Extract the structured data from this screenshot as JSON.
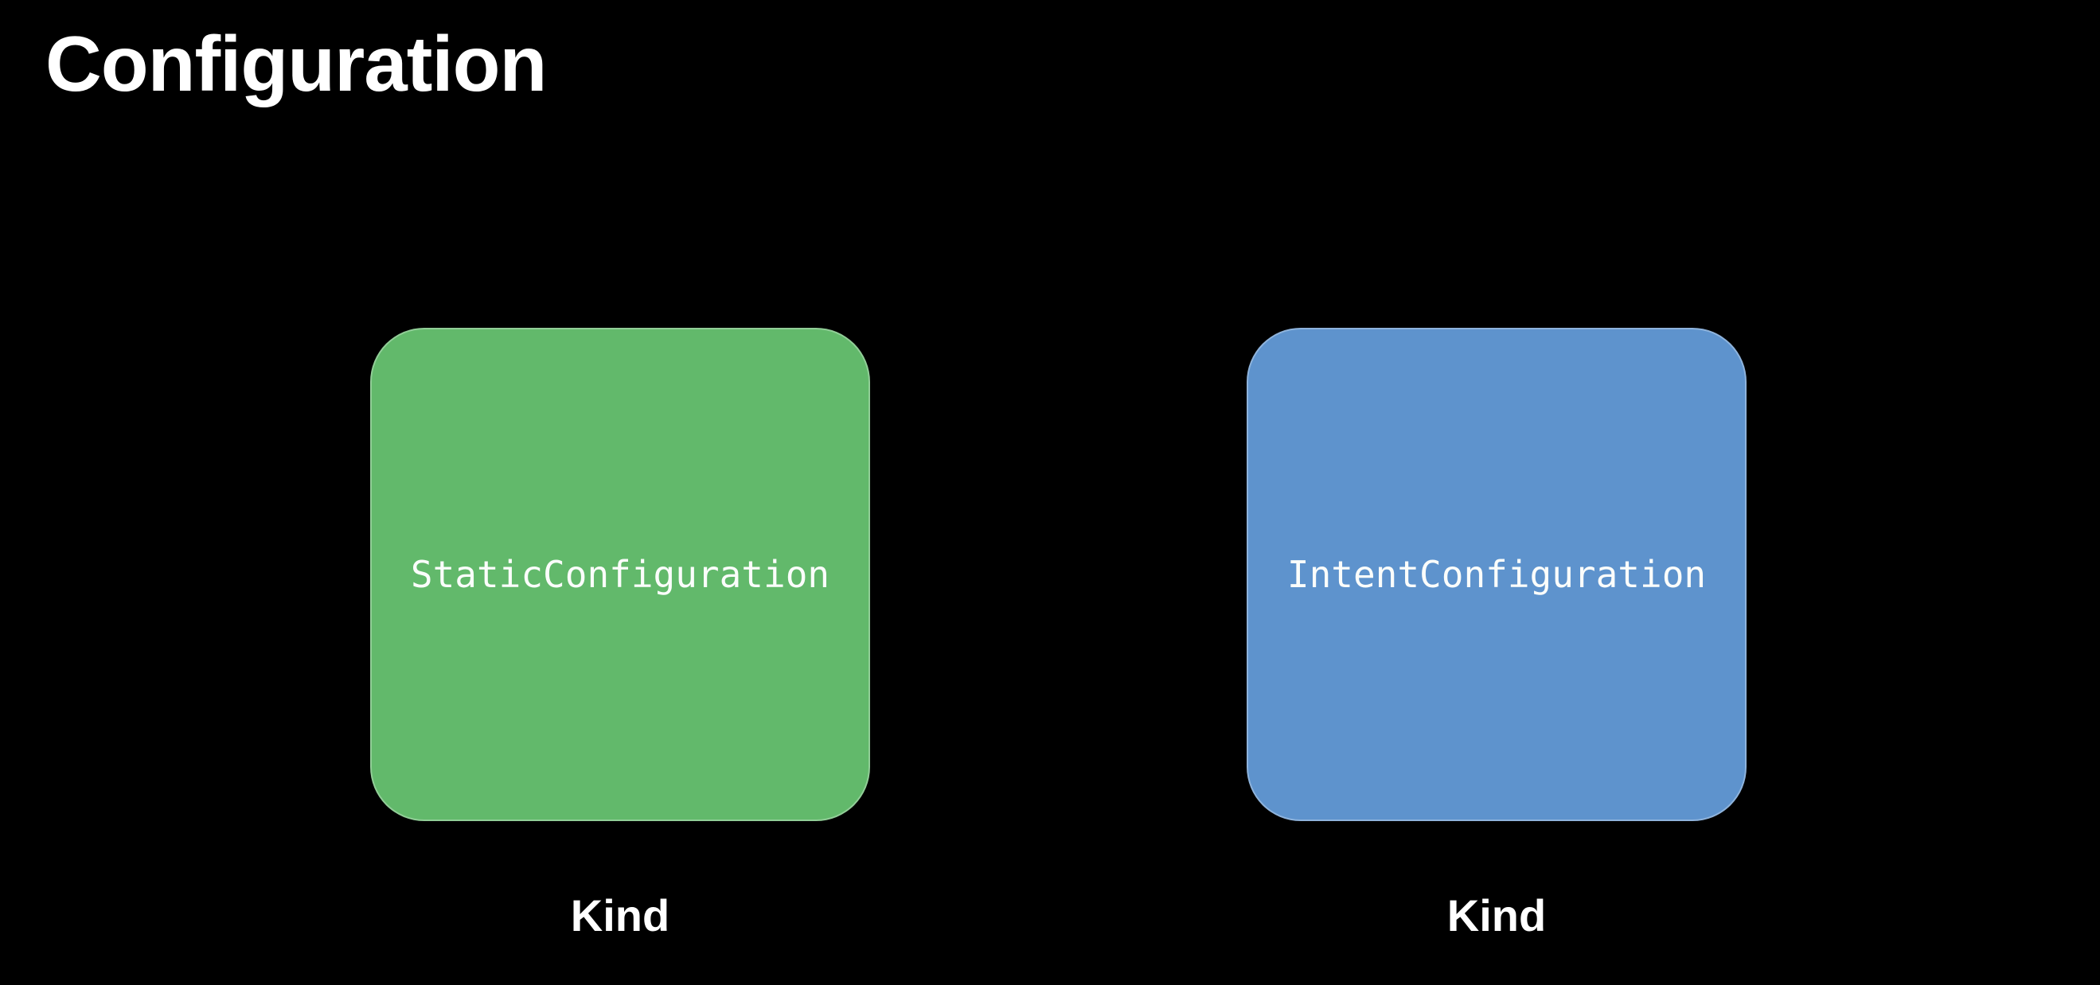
{
  "page": {
    "background_color": "#000000",
    "text_color": "#ffffff"
  },
  "title": "Configuration",
  "boxes": [
    {
      "id": "static-configuration",
      "label": "StaticConfiguration",
      "caption": "Kind",
      "fill_color": "#62b96b",
      "edge_highlight_color": "rgba(255,255,255,0.30)",
      "label_color": "#fbfdfb"
    },
    {
      "id": "intent-configuration",
      "label": "IntentConfiguration",
      "caption": "Kind",
      "fill_color": "#5e93cd",
      "edge_highlight_color": "rgba(255,255,255,0.30)",
      "label_color": "#fbfdfb"
    }
  ]
}
